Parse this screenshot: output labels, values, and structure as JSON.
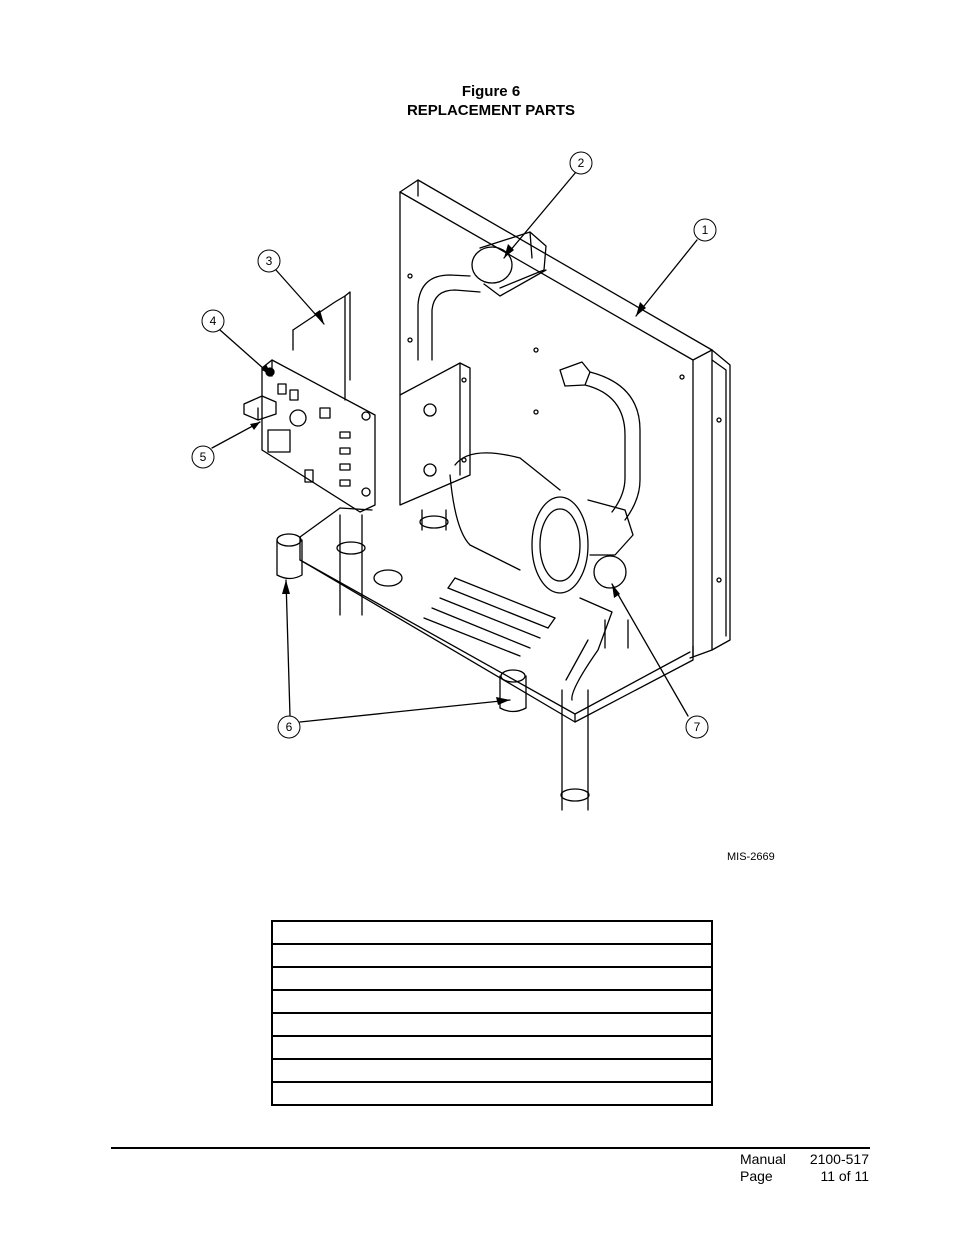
{
  "figure": {
    "number": "Figure 6",
    "title": "REPLACEMENT PARTS",
    "drawing_id": "MIS-2669",
    "callouts": [
      "1",
      "2",
      "3",
      "4",
      "5",
      "6",
      "7"
    ]
  },
  "parts_table": {
    "rows": [
      "",
      "",
      "",
      "",
      "",
      "",
      "",
      ""
    ]
  },
  "footer": {
    "label_manual": "Manual",
    "label_page": "Page",
    "manual_number": "2100-517",
    "page_number": "11 of 11"
  }
}
